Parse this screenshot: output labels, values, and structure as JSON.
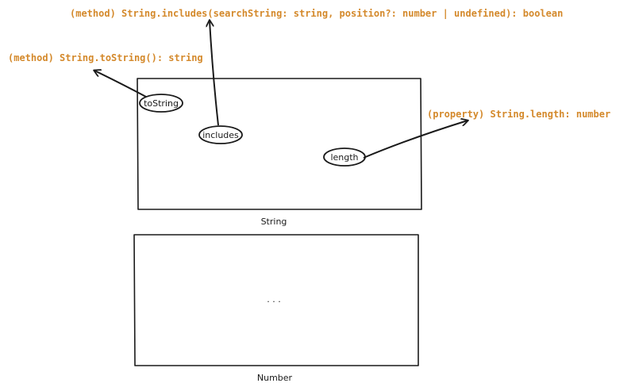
{
  "annotations": {
    "includes_sig": "(method) String.includes(searchString: string, position?: number | undefined): boolean",
    "tostring_sig": "(method) String.toString(): string",
    "length_sig": "(property) String.length: number"
  },
  "string_box": {
    "label": "String",
    "members": {
      "tostring": "toString",
      "includes": "includes",
      "length": "length"
    }
  },
  "number_box": {
    "label": "Number",
    "ellipsis": "· · ·"
  },
  "colors": {
    "annotation": "#d4892b",
    "stroke": "#1a1a1a"
  }
}
